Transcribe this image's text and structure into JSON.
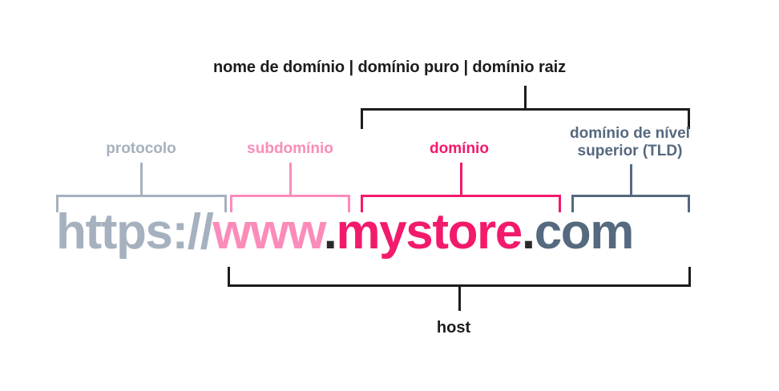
{
  "diagram": {
    "title_label": "nome de domínio | domínio puro | domínio raiz",
    "bottom_label": "host",
    "labels": {
      "protocolo": "protocolo",
      "subdominio": "subdomínio",
      "dominio": "domínio",
      "tld": "domínio de nível superior (TLD)"
    },
    "url": {
      "protocol": "https://",
      "subdomain": "www",
      "dot1": ".",
      "domain": "mystore",
      "dot2": ".",
      "tld": "com"
    },
    "colors": {
      "protocol": "#a6b1bf",
      "subdomain": "#fb8cba",
      "domain": "#f21a6b",
      "tld": "#55697f",
      "dot": "#2b2b2b",
      "black": "#1c1c1c",
      "background": "#ffffff"
    }
  }
}
